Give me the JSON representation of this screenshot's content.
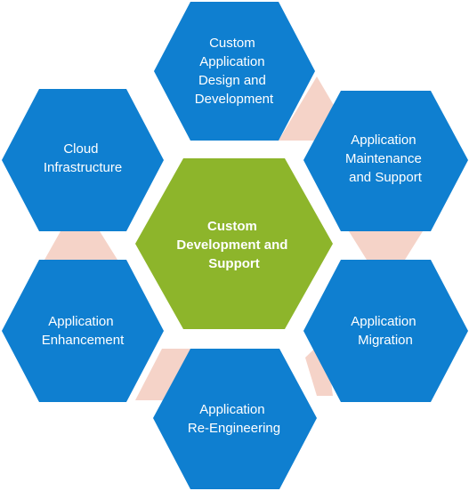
{
  "colors": {
    "outer_hexagon": "#0f7fd0",
    "center_hexagon": "#8db52b",
    "connector": "#f5d3c8",
    "label_text": "#ffffff",
    "background": "#ffffff"
  },
  "center": {
    "lines": [
      "Custom",
      "Development and",
      "Support"
    ]
  },
  "hexagons": [
    {
      "id": "top",
      "lines": [
        "Custom",
        "Application",
        "Design and",
        "Development"
      ]
    },
    {
      "id": "upper-right",
      "lines": [
        "Application",
        "Maintenance",
        "and Support"
      ]
    },
    {
      "id": "lower-right",
      "lines": [
        "Application",
        "Migration"
      ]
    },
    {
      "id": "bottom",
      "lines": [
        "Application",
        "Re-Engineering"
      ]
    },
    {
      "id": "lower-left",
      "lines": [
        "Application",
        "Enhancement"
      ]
    },
    {
      "id": "upper-left",
      "lines": [
        "Cloud",
        "Infrastructure"
      ]
    }
  ]
}
